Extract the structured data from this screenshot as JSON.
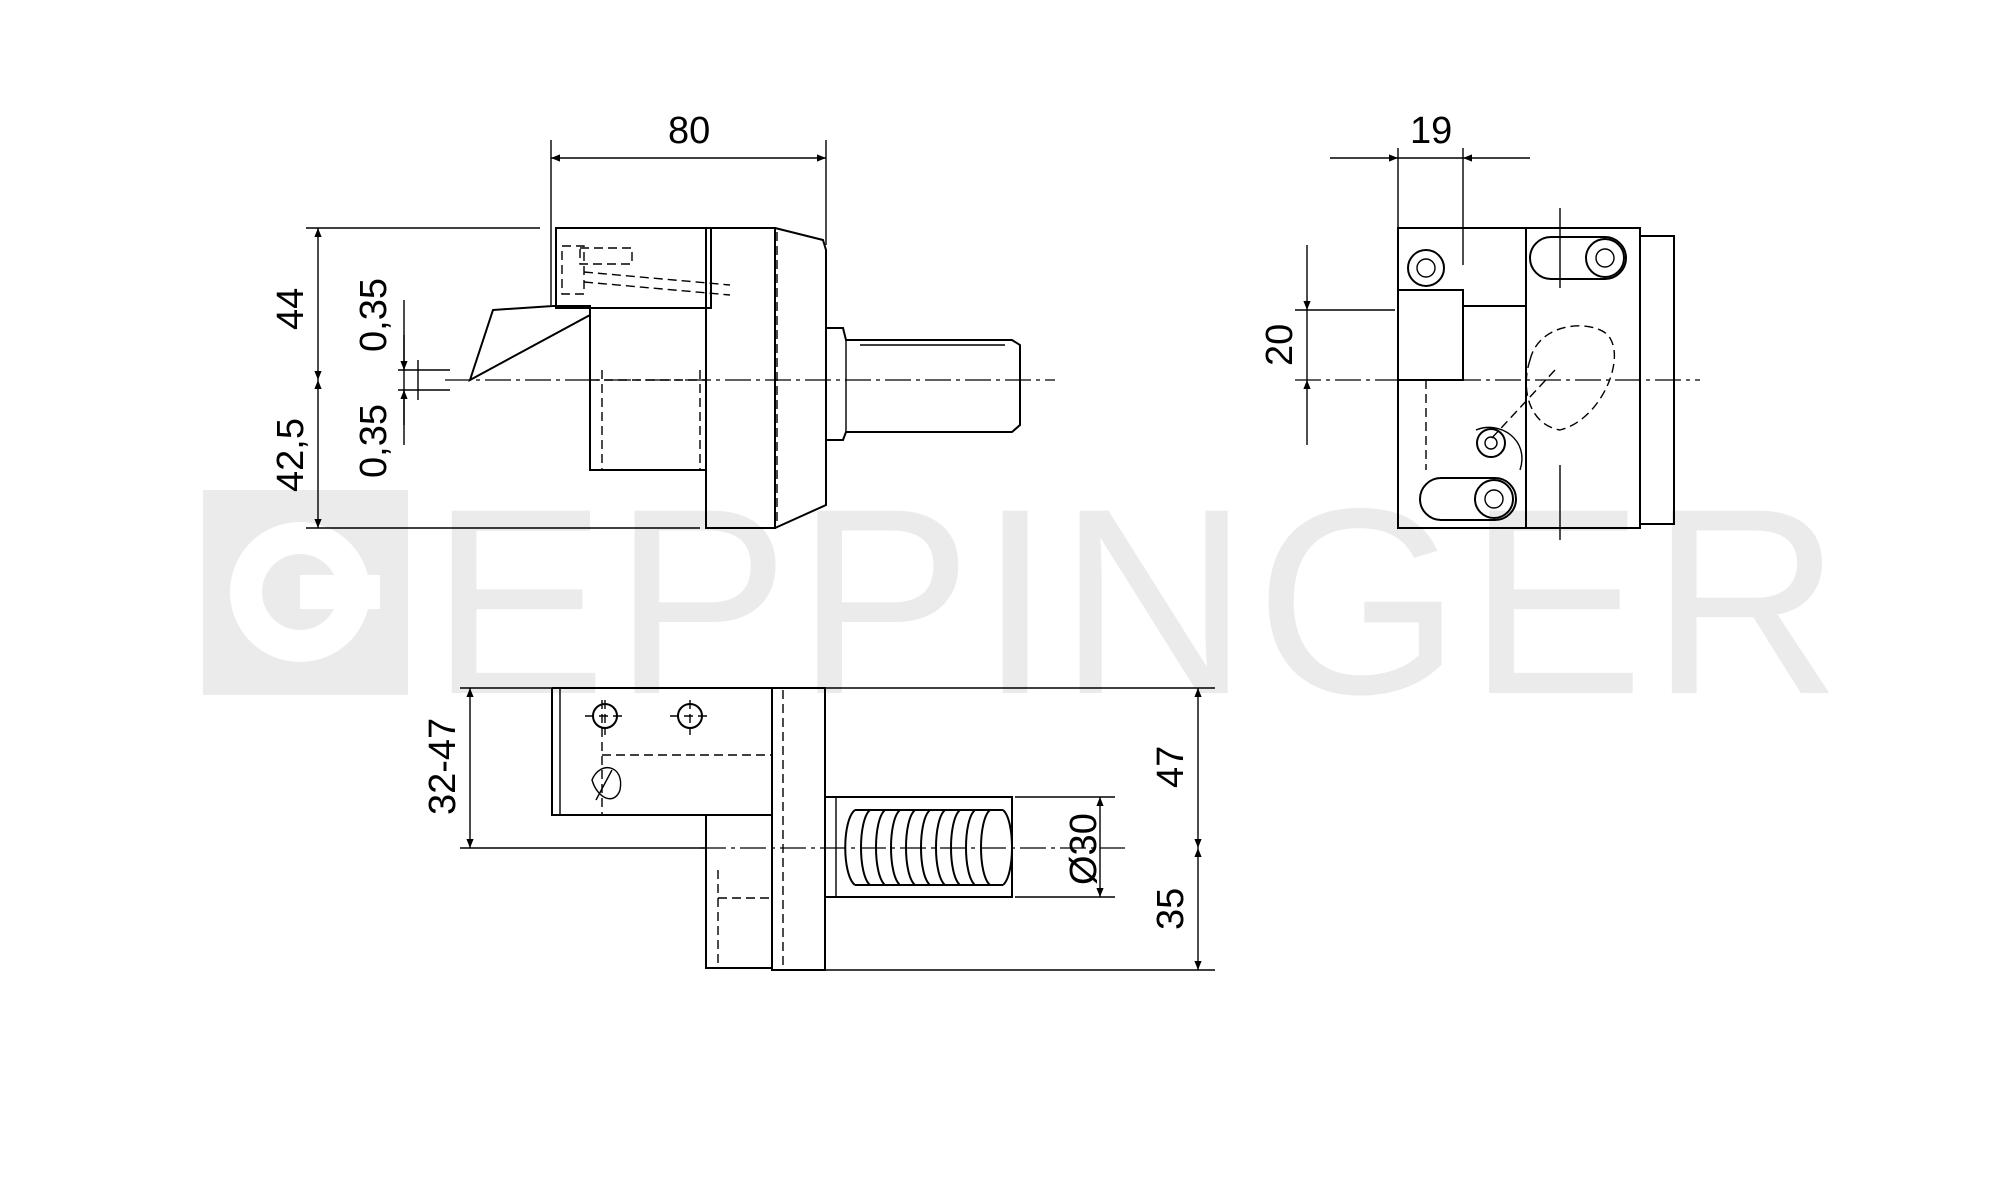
{
  "watermark": {
    "text": "EPPINGER",
    "color": "#ebebeb"
  },
  "dimensions": {
    "top_width": "80",
    "height_upper": "44",
    "height_lower": "42,5",
    "offset_upper": "0,35",
    "offset_lower": "0,35",
    "side_width": "19",
    "side_height": "20",
    "bottom_range": "32-47",
    "bottom_height": "47",
    "bottom_diameter": "Ø30",
    "bottom_lower": "35"
  },
  "colors": {
    "line": "#000000",
    "background": "#ffffff"
  }
}
